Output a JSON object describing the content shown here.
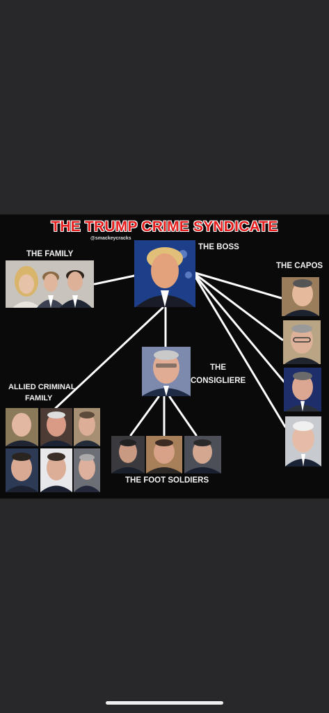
{
  "title": "THE TRUMP CRIME SYNDICATE",
  "handle": "@smackeycracks",
  "labels": {
    "family": "THE FAMILY",
    "boss": "THE BOSS",
    "capos": "THE CAPOS",
    "consigliere_line1": "THE",
    "consigliere_line2": "CONSIGLIERE",
    "allied_line1": "ALLIED CRIMINAL",
    "allied_line2": "FAMILY",
    "foot_soldiers": "THE FOOT SOLDIERS"
  },
  "colors": {
    "background": "#28282a",
    "panel": "#0a0a0a",
    "title": "#e51d1d",
    "connector": "#ffffff"
  }
}
